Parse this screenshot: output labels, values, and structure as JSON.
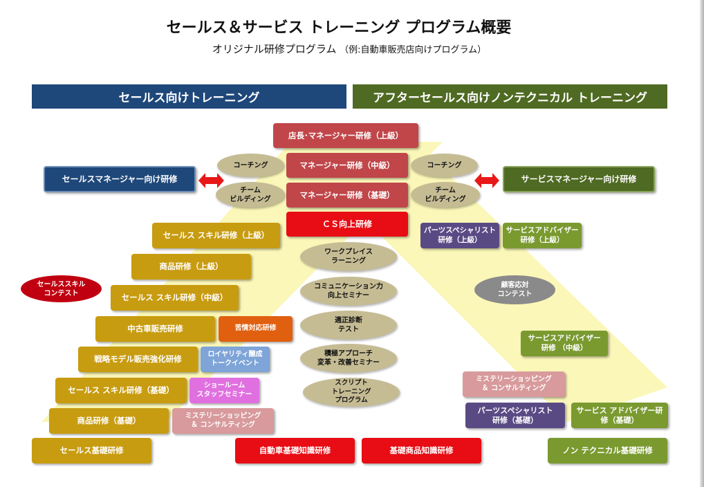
{
  "title": "セールス＆サービス トレーニング プログラム概要",
  "subtitle": "オリジナル研修プログラム",
  "subtitle_note": "（例:自動車販売店向けプログラム）",
  "bands": {
    "sales": "セールス向けトレーニング",
    "aftersales": "アフターセールス向けノンテクニカル トレーニング"
  },
  "top": {
    "store_manager": "店長･マネージャー研修（上級）",
    "manager_mid": "マネージャー研修（中級）",
    "manager_basic": "マネージャー研修（基礎）",
    "cs": "ＣＳ向上研修",
    "coaching_left": "コーチング",
    "team_left": "チーム\nビルディング",
    "coaching_right": "コーチング",
    "team_right": "チーム\nビルディング",
    "sales_manager": "セールスマネージャー向け研修",
    "service_manager": "サービスマネージャー向け研修"
  },
  "sales": {
    "skill_adv": "セールス スキル研修（上級）",
    "product_adv": "商品研修（上級）",
    "skill_mid": "セールス スキル研修（中級）",
    "used_car": "中古車販売研修",
    "complaint": "苦情対応研修",
    "strategy": "戦略モデル販売強化研修",
    "loyalty": "ロイヤリティ醸成\nトークイベント",
    "skill_basic": "セールス スキル研修（基礎）",
    "showroom": "ショールーム\nスタッフセミナー",
    "product_basic": "商品研修（基礎）",
    "mystery_left": "ミステリーショッピング\n＆ コンサルティング",
    "sales_basic": "セールス基礎研修",
    "contest": "セールススキル\nコンテスト"
  },
  "center": {
    "workplace": "ワークプレイス\nラーニング",
    "communication": "コミュニケーション力\n向上セミナー",
    "aptitude": "適正診断\nテスト",
    "approach": "積極アプローチ\n変革・改善セミナー",
    "script": "スクリプト\nトレーニング\nプログラム",
    "car_knowledge": "自動車基礎知識研修",
    "product_knowledge": "基礎商品知識研修"
  },
  "after": {
    "parts_adv": "パーツスペシャリスト\n研修（上級）",
    "advisor_adv": "サービスアドバイザー\n研修（上級）",
    "customer_contest": "顧客応対\nコンテスト",
    "advisor_mid": "サービスアドバイザー\n研修 （中級）",
    "mystery_right": "ミステリーショッピング\n＆ コンサルティング",
    "parts_basic": "パーツスペシャリスト\n研修（基礎）",
    "advisor_basic": "サービス アドバイザー研\n修（基礎）",
    "nontech_basic": "ノン テクニカル基礎研修"
  }
}
